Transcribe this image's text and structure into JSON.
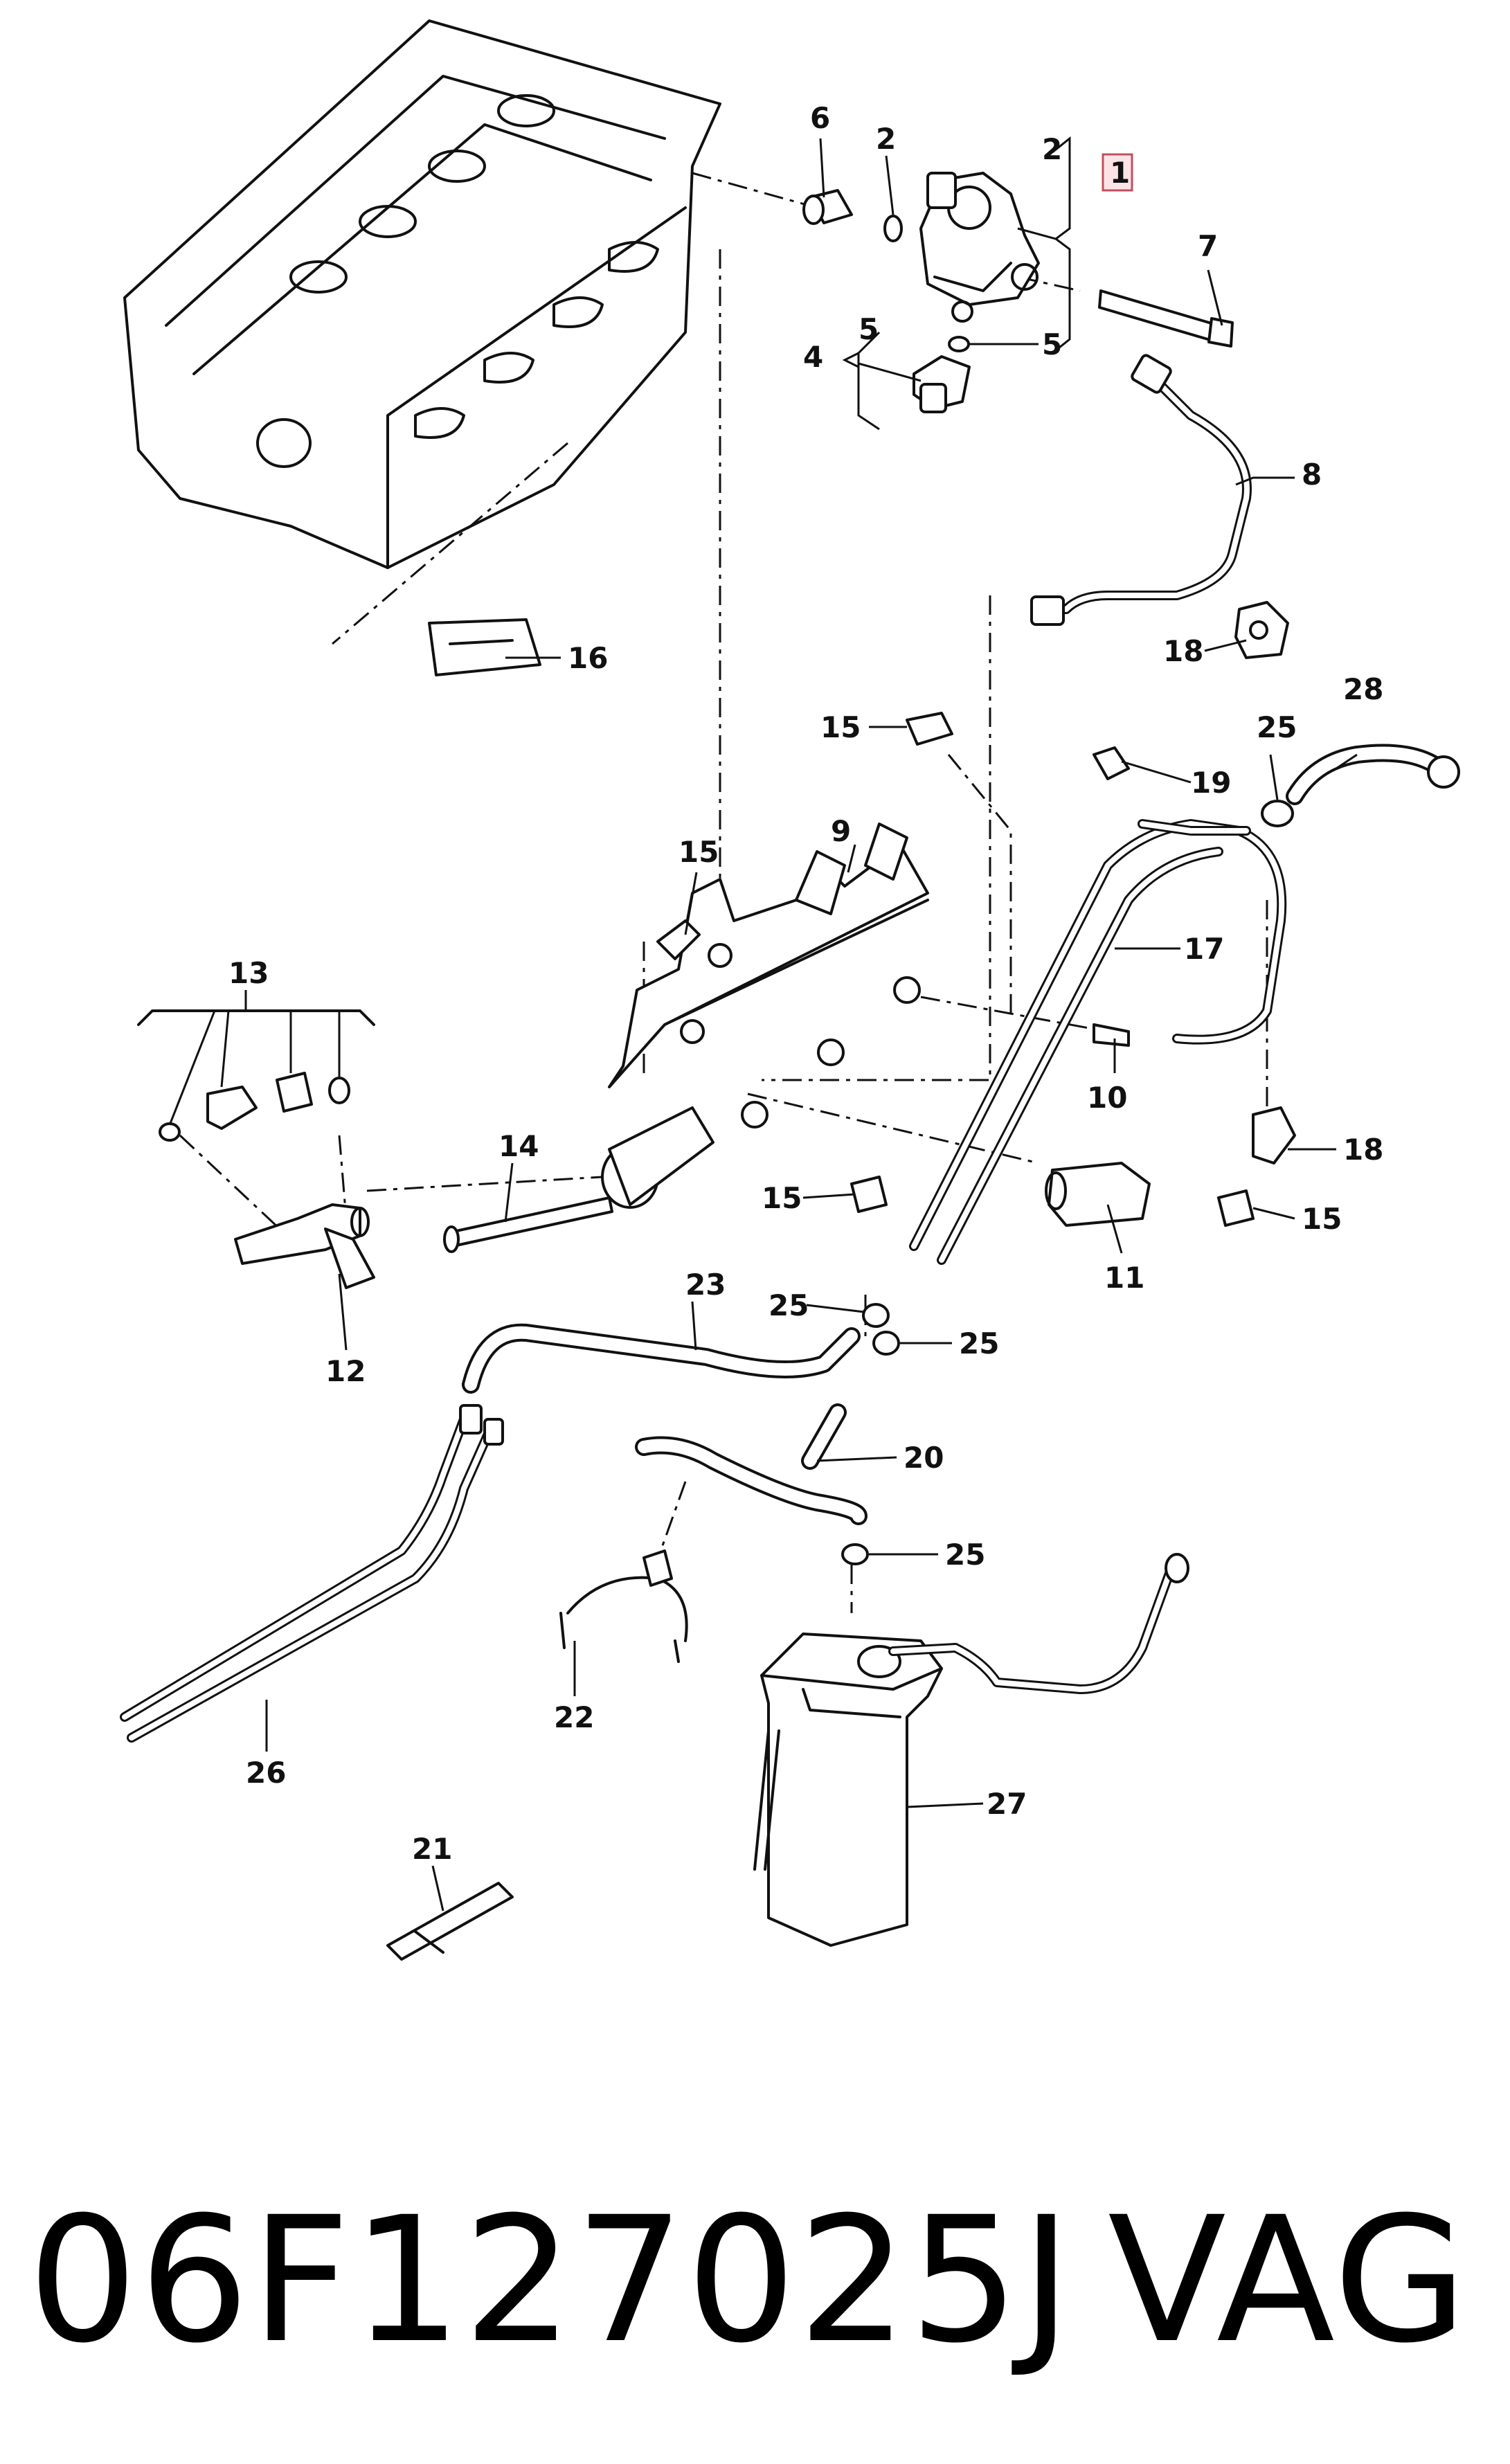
{
  "footer": {
    "part_number": "06F127025J",
    "brand": "VAG"
  },
  "labels": {
    "l1": "1",
    "l2a": "2",
    "l2b": "2",
    "l4": "4",
    "l5a": "5",
    "l5b": "5",
    "l6": "6",
    "l7": "7",
    "l8": "8",
    "l9": "9",
    "l10": "10",
    "l11": "11",
    "l12": "12",
    "l13": "13",
    "l14": "14",
    "l15a": "15",
    "l15b": "15",
    "l15c": "15",
    "l15d": "15",
    "l16": "16",
    "l17": "17",
    "l18a": "18",
    "l18b": "18",
    "l19": "19",
    "l20": "20",
    "l21": "21",
    "l22": "22",
    "l23": "23",
    "l25a": "25",
    "l25b": "25",
    "l25c": "25",
    "l25d": "25",
    "l26": "26",
    "l27": "27",
    "l28": "28"
  },
  "highlight_color": "#e8a0a8"
}
